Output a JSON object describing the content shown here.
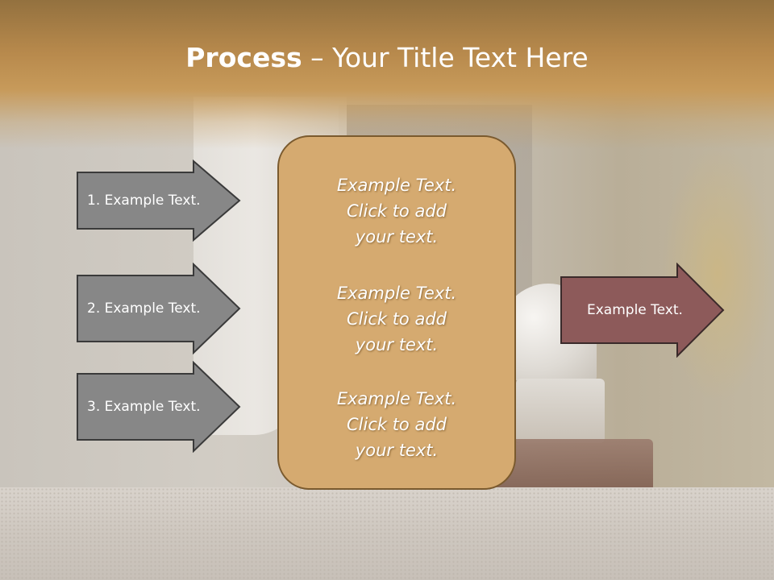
{
  "title": {
    "bold": "Process",
    "separator": " – ",
    "rest": "Your Title Text Here"
  },
  "left_arrows": [
    {
      "label": "1. Example Text."
    },
    {
      "label": "2. Example Text."
    },
    {
      "label": "3. Example Text."
    }
  ],
  "center_box": {
    "blocks": [
      {
        "line1": "Example Text.",
        "line2": "Click  to add",
        "line3": "your text."
      },
      {
        "line1": "Example Text.",
        "line2": "Click  to add",
        "line3": "your text."
      },
      {
        "line1": "Example Text.",
        "line2": "Click  to add",
        "line3": "your text."
      }
    ]
  },
  "right_arrow": {
    "label": "Example Text."
  },
  "colors": {
    "left_arrow_fill": "#878787",
    "left_arrow_stroke": "#3a3a3a",
    "right_arrow_fill": "#8d5a5a",
    "right_arrow_stroke": "#3a2a2a",
    "center_fill": "#d5aa70",
    "title_band": "#b7894c"
  }
}
